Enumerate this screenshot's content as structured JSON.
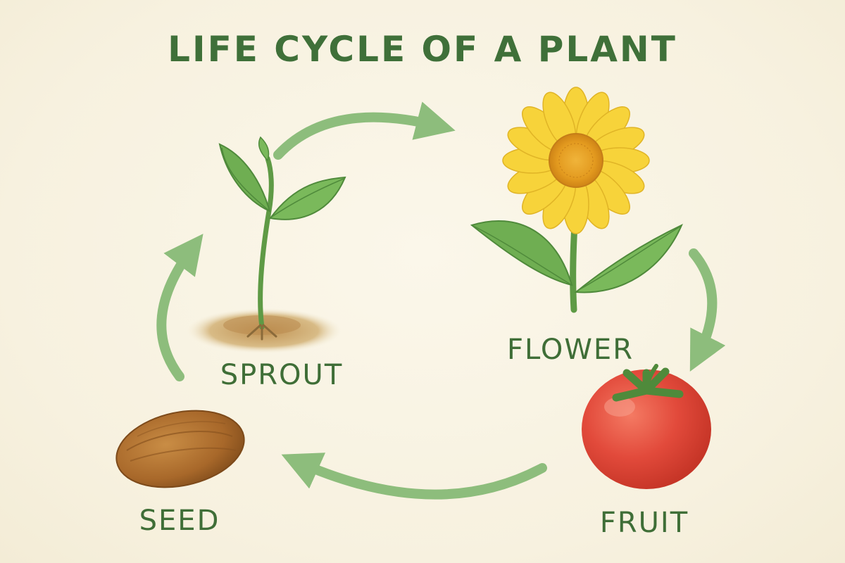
{
  "title": "LIFE CYCLE OF A PLANT",
  "stages": [
    {
      "id": "sprout",
      "label": "SPROUT"
    },
    {
      "id": "flower",
      "label": "FLOWER"
    },
    {
      "id": "fruit",
      "label": "FRUIT"
    },
    {
      "id": "seed",
      "label": "SEED"
    }
  ],
  "colors": {
    "background": "#f8f3e3",
    "title": "#3f7039",
    "label": "#3f6e37",
    "arrow": "#8dbd7c",
    "leaf": "#6fae52",
    "stem": "#5e9a45",
    "petal": "#f7d33a",
    "flower_center": "#e39a1f",
    "fruit": "#e24a3b",
    "seed": "#a8682a",
    "soil": "#c9a46b"
  },
  "icons": [
    "sprout-icon",
    "flower-icon",
    "fruit-icon",
    "seed-icon",
    "arrow-icon"
  ]
}
